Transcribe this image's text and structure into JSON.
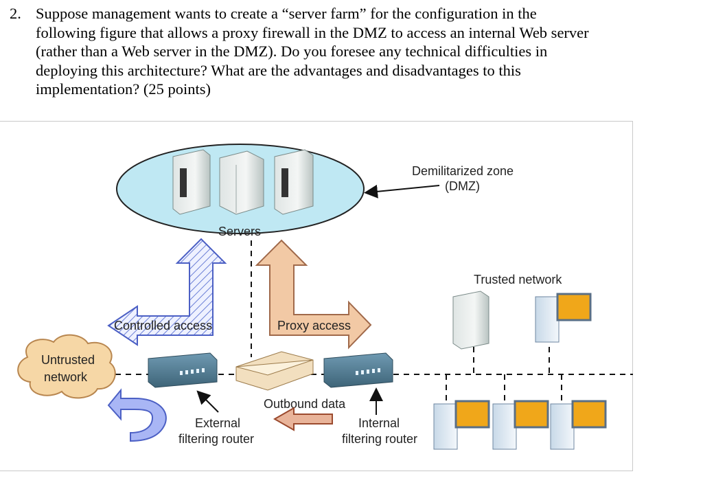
{
  "question": {
    "number": "2.",
    "lines": [
      "Suppose management wants to create a “server farm” for the configuration in the",
      "following figure that allows a proxy firewall in the DMZ to access an internal Web server",
      "(rather than a Web server in the DMZ). Do you foresee any technical difficulties in",
      "deploying this architecture? What are the advantages and disadvantages to this",
      "implementation? (25 points)"
    ]
  },
  "figure": {
    "labels": {
      "dmz_line1": "Demilitarized zone",
      "dmz_line2": "(DMZ)",
      "servers": "Servers",
      "trusted_network": "Trusted network",
      "controlled_access": "Controlled access",
      "proxy_access": "Proxy access",
      "untrusted_line1": "Untrusted",
      "untrusted_line2": "network",
      "outbound_data": "Outbound data",
      "external_line1": "External",
      "external_line2": "filtering router",
      "internal_line1": "Internal",
      "internal_line2": "filtering router"
    },
    "colors": {
      "dmz_fill": "#bfe8f3",
      "cloud_fill": "#f6d7a6",
      "proxy_arrow": "#f2c9a5",
      "outbound_arrow": "#e9b49a",
      "controlled_arrow": "#d9e1ff",
      "return_arrow": "#a9b6f5",
      "router": "#4f7b95",
      "monitor": "#f0a71a"
    }
  }
}
